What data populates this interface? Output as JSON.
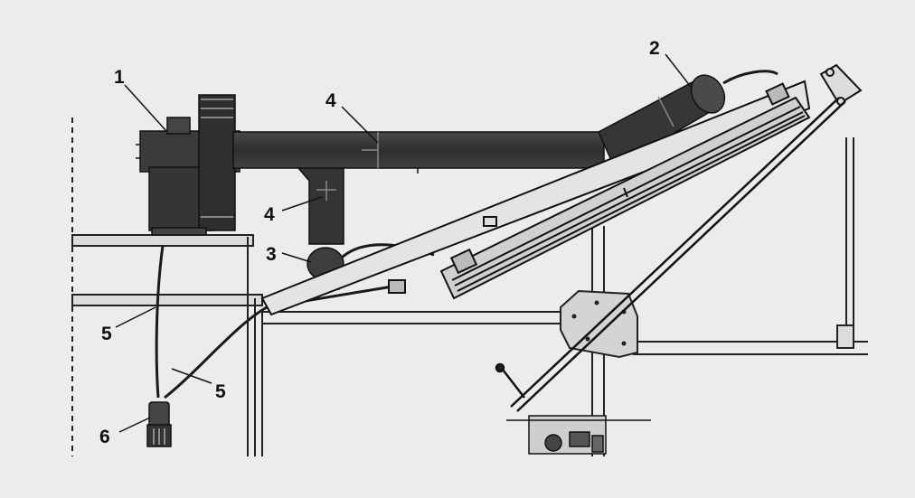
{
  "callouts": [
    {
      "id": "1",
      "label": "1"
    },
    {
      "id": "2",
      "label": "2"
    },
    {
      "id": "4a",
      "label": "4"
    },
    {
      "id": "4b",
      "label": "4"
    },
    {
      "id": "3",
      "label": "3"
    },
    {
      "id": "5a",
      "label": "5"
    },
    {
      "id": "5b",
      "label": "5"
    },
    {
      "id": "6",
      "label": "6"
    }
  ]
}
